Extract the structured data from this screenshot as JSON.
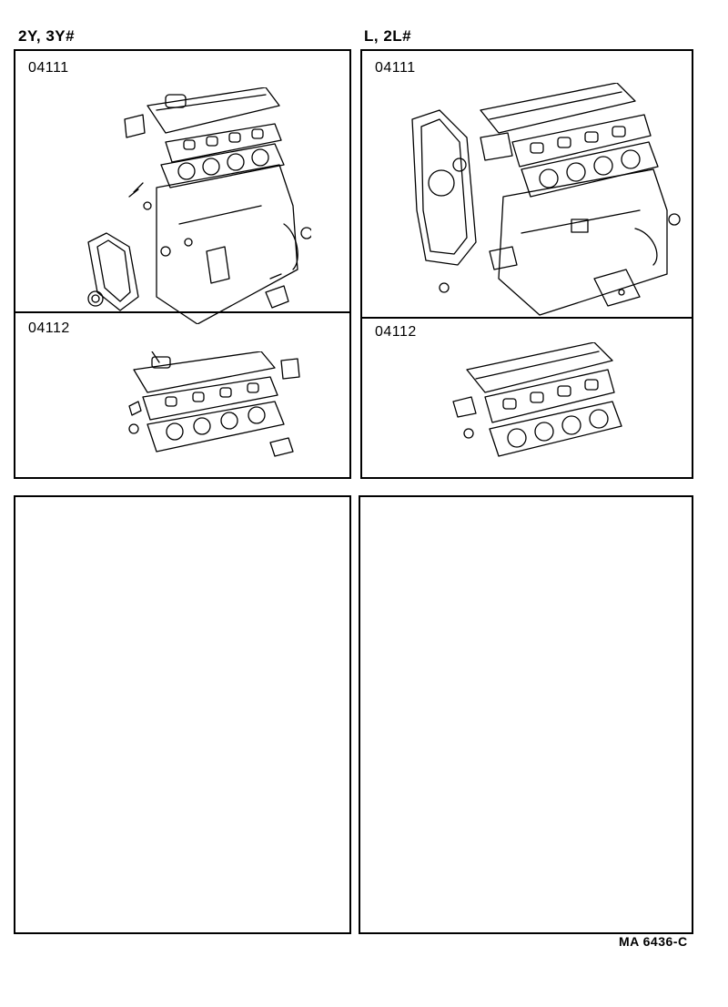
{
  "left_column": {
    "heading": "2Y, 3Y#",
    "parts": [
      {
        "number": "04111"
      },
      {
        "number": "04112"
      }
    ]
  },
  "right_column": {
    "heading": "L, 2L#",
    "parts": [
      {
        "number": "04111"
      },
      {
        "number": "04112"
      }
    ]
  },
  "footer": {
    "code": "MA  6436-C"
  }
}
